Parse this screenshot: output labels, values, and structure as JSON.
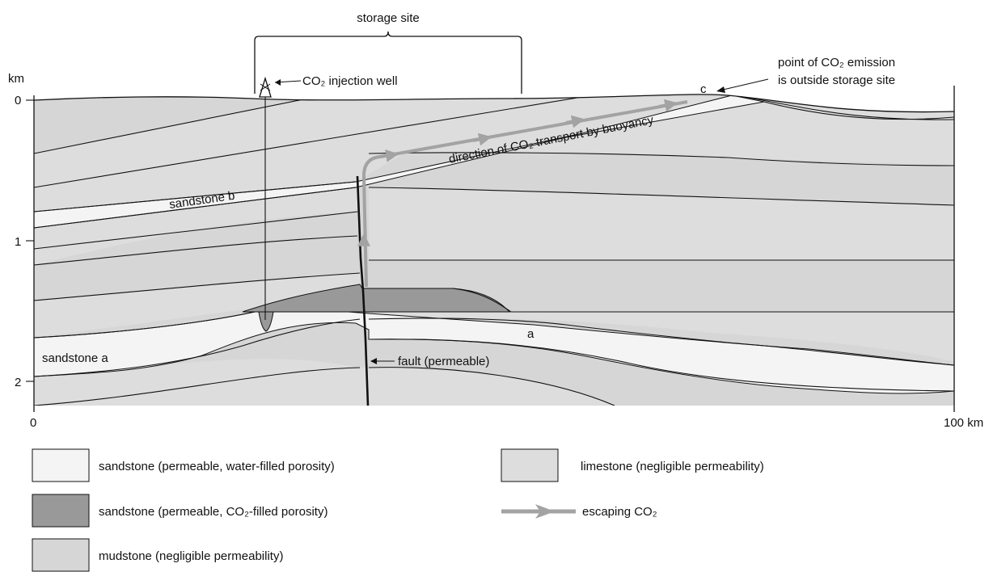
{
  "header": {
    "storage_site": "storage site"
  },
  "axes": {
    "depth_unit": "km",
    "depth_ticks": [
      "0",
      "1",
      "2"
    ],
    "x_start": "0",
    "x_end": "100 km"
  },
  "labels": {
    "injection_well": "CO₂ injection well",
    "emission_line1": "point of CO₂ emission",
    "emission_line2": "is outside storage site",
    "point_c": "c",
    "point_a": "a",
    "sandstone_a": "sandstone a",
    "sandstone_b": "sandstone b",
    "fault": "fault (permeable)",
    "transport": "direction of CO₂ transport by buoyancy"
  },
  "legend": {
    "sandstone_water": "sandstone (permeable, water-filled porosity)",
    "sandstone_co2": "sandstone (permeable, CO₂-filled porosity)",
    "mudstone": "mudstone (negligible permeability)",
    "limestone": "limestone (negligible permeability)",
    "escaping": "escaping CO₂"
  },
  "colors": {
    "sandstone_water": "#f4f4f4",
    "sandstone_co2": "#999999",
    "mudstone": "#d6d6d6",
    "limestone": "#dddddd",
    "escaping_arrow": "#a3a3a3",
    "line": "#111111"
  }
}
